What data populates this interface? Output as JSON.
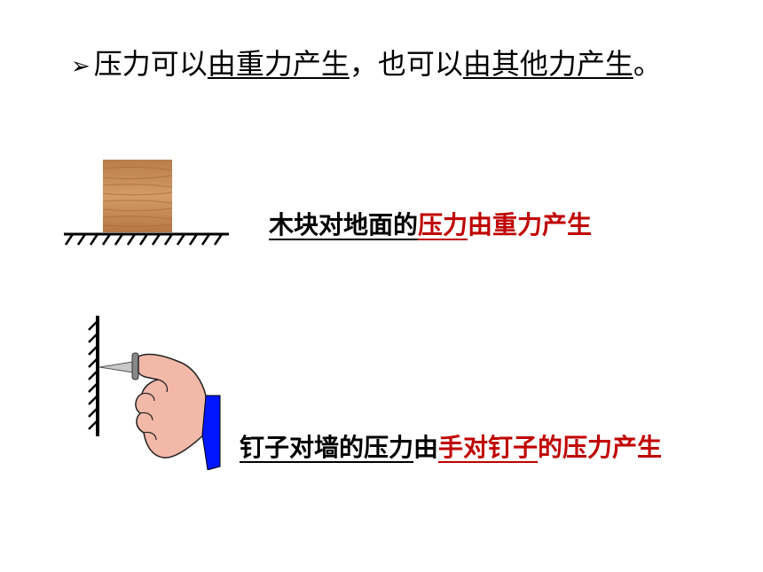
{
  "headline": {
    "bullet": "➢",
    "part1": "压力可以",
    "part2": "由重力产生",
    "part3": "，也可以",
    "part4": "由其他力产生",
    "part5": "。"
  },
  "caption_block": {
    "part1": "木块对地面的",
    "part2": "压力",
    "part3": "由重力产生"
  },
  "caption_nail": {
    "part1": "钉子对墙的压力",
    "part2": "由",
    "part3": "手对钉子",
    "part4": "的压力产生"
  },
  "colors": {
    "red_text": "#c00000",
    "wood": "#c88f5a",
    "skin": "#f2b8a8",
    "cuff": "#0016ff"
  },
  "icons": {
    "block": "wooden-block-on-ground",
    "nail": "finger-pushing-nail-into-wall"
  }
}
